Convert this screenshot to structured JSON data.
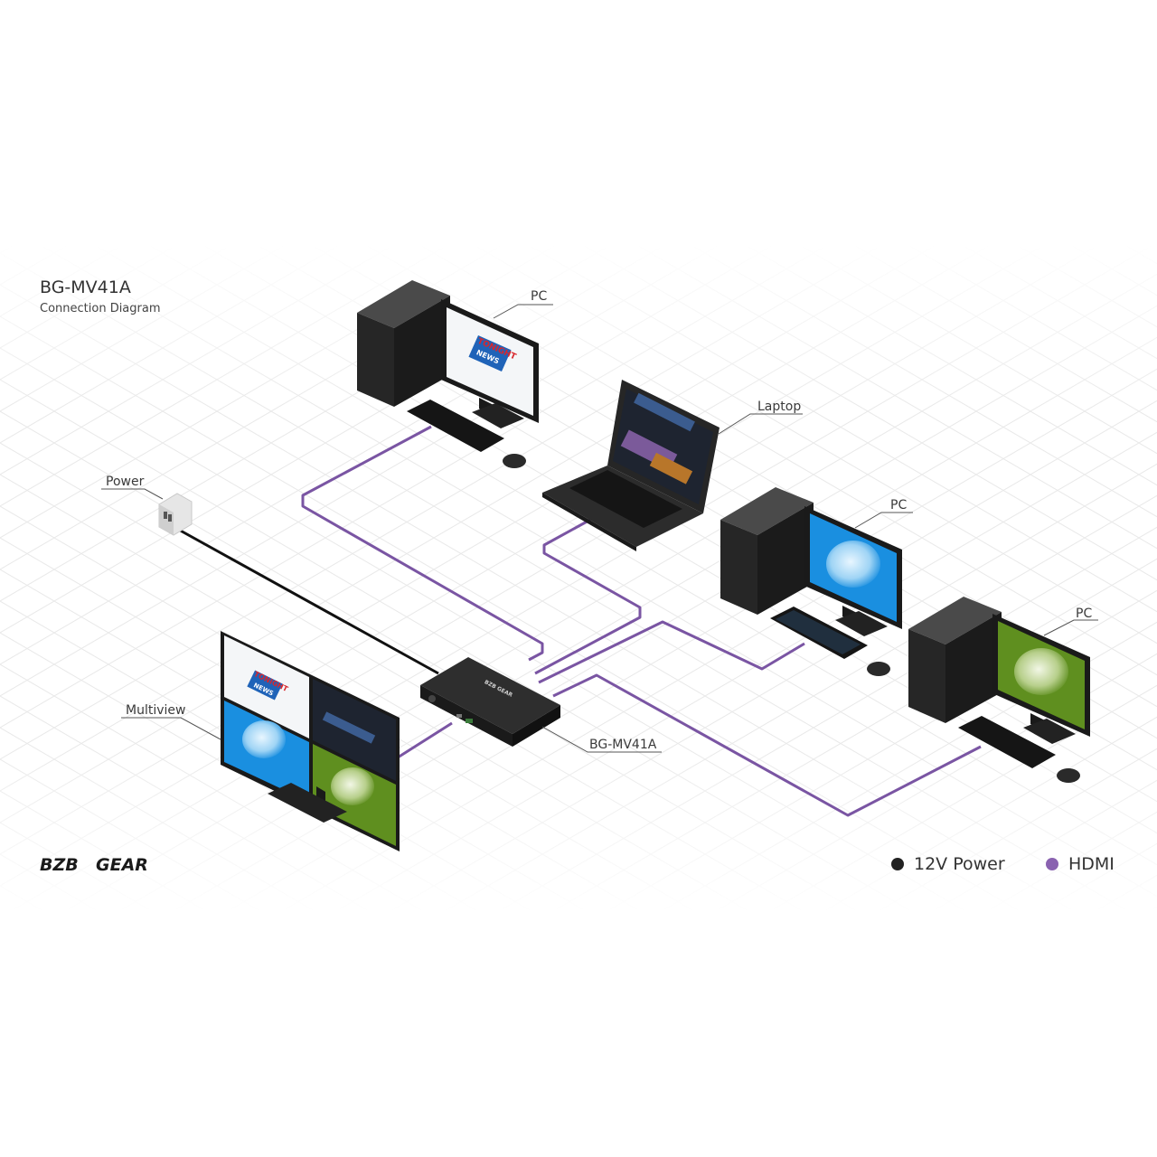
{
  "header": {
    "title": "BG-MV41A",
    "subtitle": "Connection Diagram"
  },
  "labels": {
    "pc_top": "PC",
    "laptop": "Laptop",
    "pc_mid": "PC",
    "pc_right": "PC",
    "power": "Power",
    "multiview": "Multiview",
    "device": "BG-MV41A"
  },
  "screens": {
    "tonight_line1": "TONIGHT",
    "tonight_line2": "NEWS"
  },
  "brand": {
    "name": "BZB GEAR"
  },
  "legend": {
    "items": [
      {
        "label": "12V Power",
        "color": "#222222"
      },
      {
        "label": "HDMI",
        "color": "#8a62b0"
      }
    ]
  },
  "colors": {
    "hdmi_cable": "#7a55a3",
    "power_cable": "#111111",
    "brand_orange": "#e8762a",
    "screen_blue": "#1a8fe0",
    "screen_green": "#5f8f1f"
  }
}
